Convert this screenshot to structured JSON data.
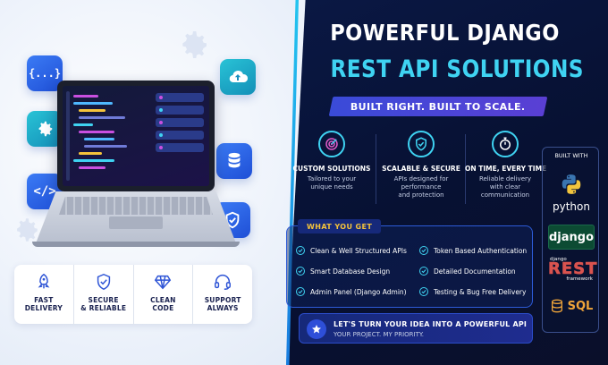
{
  "headline": {
    "line1": "POWERFUL DJANGO",
    "line2": "REST API SOLUTIONS",
    "tagline": "BUILT RIGHT. BUILT TO SCALE."
  },
  "pillars": [
    {
      "icon": "target-icon",
      "title": "CUSTOM SOLUTIONS",
      "desc": "Tailored to your\nunique needs"
    },
    {
      "icon": "shield-check-icon",
      "title": "SCALABLE & SECURE",
      "desc": "APIs designed for\nperformance\nand protection"
    },
    {
      "icon": "stopwatch-icon",
      "title": "ON TIME, EVERY TIME",
      "desc": "Reliable delivery\nwith clear\ncommunication"
    }
  ],
  "what_you_get": {
    "heading": "WHAT YOU GET",
    "items": [
      "Clean & Well Structured APIs",
      "Token Based Authentication",
      "Smart Database Design",
      "Detailed Documentation",
      "Admin Panel (Django Admin)",
      "Testing & Bug Free Delivery"
    ]
  },
  "cta": {
    "title": "LET'S TURN YOUR IDEA INTO A POWERFUL API",
    "subtitle": "YOUR PROJECT. MY PRIORITY."
  },
  "built_with": {
    "heading": "BUILT WITH",
    "python": "python",
    "django": "django",
    "drf_top": "django",
    "drf_main": "REST",
    "drf_bottom": "framework",
    "sql": "SQL"
  },
  "features": [
    {
      "icon": "rocket-icon",
      "label": "FAST\nDELIVERY"
    },
    {
      "icon": "shield-check-icon",
      "label": "SECURE\n& RELIABLE"
    },
    {
      "icon": "diamond-icon",
      "label": "CLEAN\nCODE"
    },
    {
      "icon": "headset-icon",
      "label": "SUPPORT\nALWAYS"
    }
  ],
  "tiles": {
    "braces": "{...}",
    "code": "</>"
  },
  "colors": {
    "accent_cyan": "#3fd3f2",
    "accent_yellow": "#f5c33b",
    "navy": "#071133",
    "tile_blue": "#2f68ee"
  }
}
